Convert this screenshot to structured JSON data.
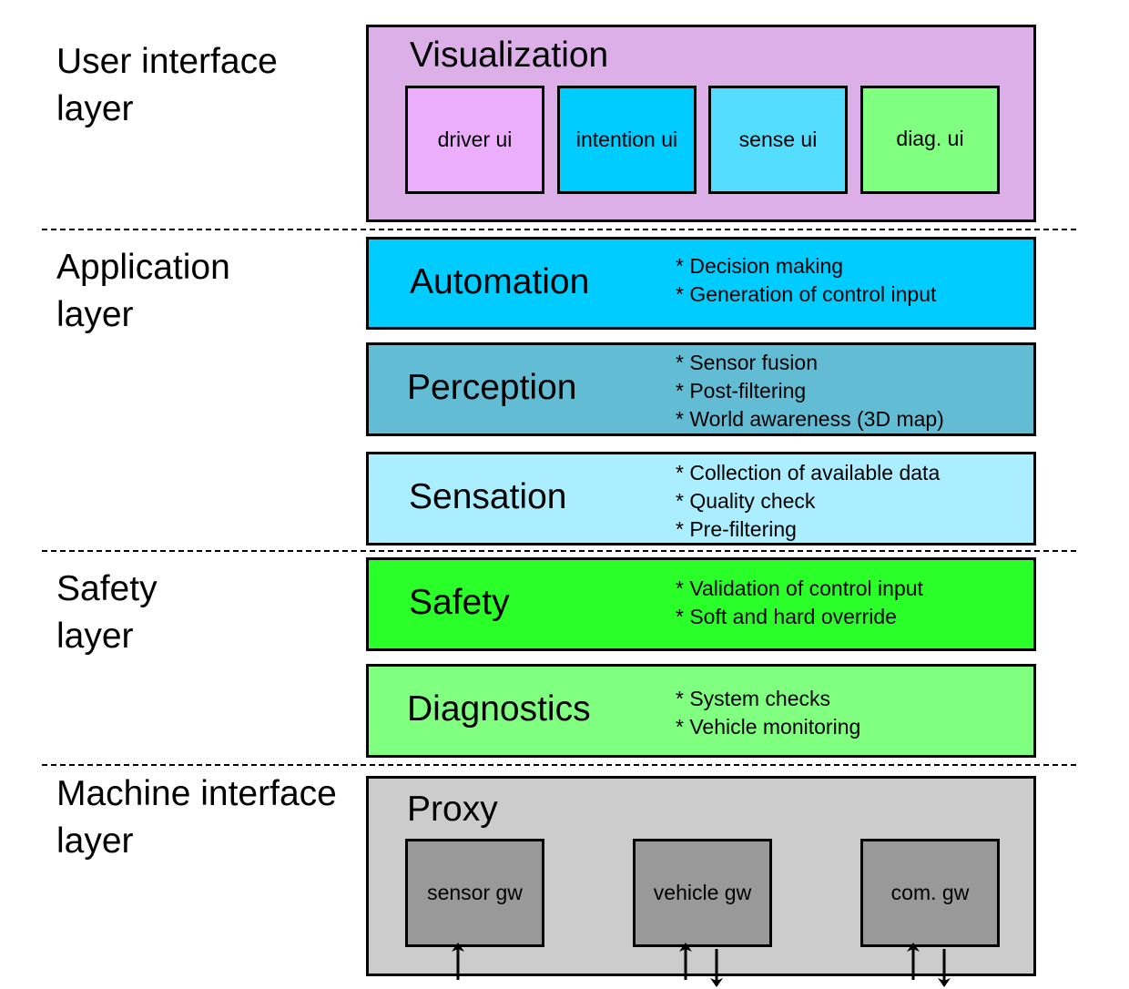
{
  "layers": {
    "user_interface": [
      "User interface",
      "layer"
    ],
    "application": [
      "Application",
      "layer"
    ],
    "safety": [
      "Safety",
      "layer"
    ],
    "machine_interface": [
      "Machine interface",
      "layer"
    ]
  },
  "visualization": {
    "title": "Visualization",
    "color": "#dcafe8",
    "items": [
      {
        "label": "driver ui",
        "color": "#ecaefc"
      },
      {
        "label": "intention ui",
        "color": "#00ccff"
      },
      {
        "label": "sense ui",
        "color": "#55ddff"
      },
      {
        "label": "diag. ui",
        "color": "#80ff80"
      }
    ]
  },
  "automation": {
    "title": "Automation",
    "color": "#00ccff",
    "notes": [
      "* Decision making",
      "* Generation of control input"
    ]
  },
  "perception": {
    "title": "Perception",
    "color": "#62bcd4",
    "notes": [
      "* Sensor fusion",
      "* Post-filtering",
      "* World awareness (3D map)"
    ]
  },
  "sensation": {
    "title": "Sensation",
    "color": "#aaeeff",
    "notes": [
      "* Collection of available data",
      "* Quality check",
      "* Pre-filtering"
    ]
  },
  "safety": {
    "title": "Safety",
    "color": "#2aff2a",
    "notes": [
      "* Validation of control input",
      "* Soft and hard override"
    ]
  },
  "diagnostics": {
    "title": "Diagnostics",
    "color": "#80ff80",
    "notes": [
      "* System checks",
      "* Vehicle monitoring"
    ]
  },
  "proxy": {
    "title": "Proxy",
    "color": "#cccccc",
    "items": [
      {
        "label": "sensor gw",
        "color": "#999999"
      },
      {
        "label": "vehicle gw",
        "color": "#999999"
      },
      {
        "label": "com. gw",
        "color": "#999999"
      }
    ]
  }
}
